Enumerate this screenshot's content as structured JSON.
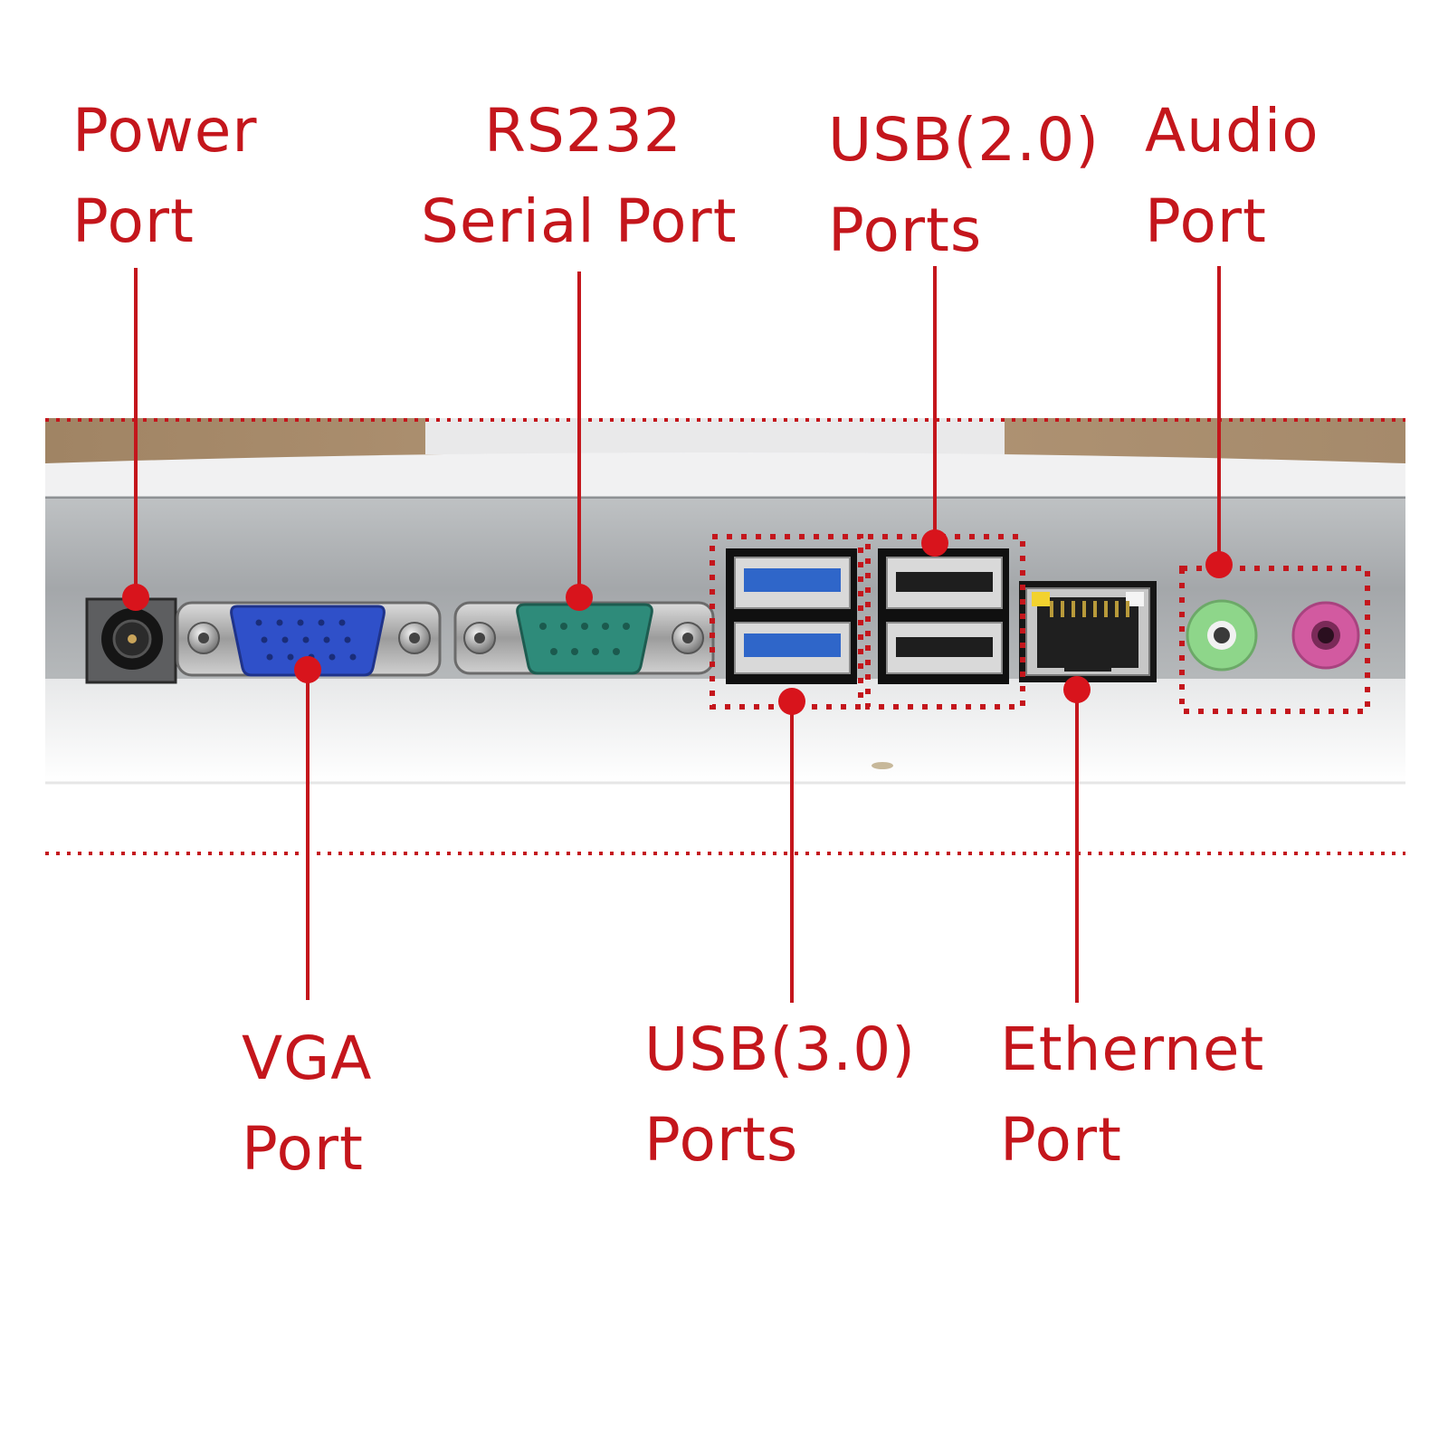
{
  "labels": {
    "power": {
      "line1": "Power",
      "line2": "Port"
    },
    "serial": {
      "line1": "RS232",
      "line2": "Serial Port"
    },
    "usb2": {
      "line1": "USB(2.0)",
      "line2": "Ports"
    },
    "audio": {
      "line1": "Audio",
      "line2": "Port"
    },
    "vga": {
      "line1": "VGA",
      "line2": "Port"
    },
    "usb3": {
      "line1": "USB(3.0)",
      "line2": "Ports"
    },
    "ethernet": {
      "line1": "Ethernet",
      "line2": "Port"
    }
  },
  "colors": {
    "annotation": "#c4161c",
    "panel": "#a9acaf",
    "vga_connector": "#2f50c9",
    "serial_connector": "#2e8b7a",
    "usb3_insert": "#2f66c9",
    "audio_line_out": "#8ed68a",
    "audio_mic_in": "#d25aa0",
    "ethernet_led": "#f2d22e"
  },
  "icons": [
    "dc-jack-icon",
    "vga-connector-icon",
    "db9-connector-icon",
    "usb-port-icon",
    "rj45-port-icon",
    "audio-jack-icon"
  ]
}
